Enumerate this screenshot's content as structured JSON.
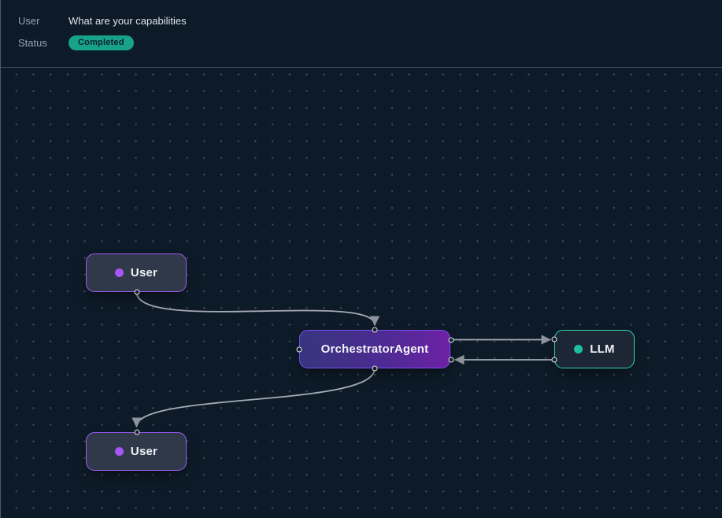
{
  "header": {
    "user_label": "User",
    "user_message": "What are your capabilities",
    "status_label": "Status",
    "status_value": "Completed"
  },
  "canvas": {
    "nodes": [
      {
        "id": "user-top",
        "label": "User",
        "type": "user",
        "accent": "#a855f7"
      },
      {
        "id": "orchestrator",
        "label": "OrchestratorAgent",
        "type": "agent",
        "accent": "#7b4df0"
      },
      {
        "id": "llm",
        "label": "LLM",
        "type": "llm",
        "accent": "#2bd3ab"
      },
      {
        "id": "user-bottom",
        "label": "User",
        "type": "user",
        "accent": "#a855f7"
      }
    ],
    "edges": [
      {
        "from": "user-top",
        "to": "orchestrator"
      },
      {
        "from": "orchestrator",
        "to": "llm"
      },
      {
        "from": "llm",
        "to": "orchestrator"
      },
      {
        "from": "orchestrator",
        "to": "user-bottom"
      }
    ]
  },
  "colors": {
    "background": "#0d1b28",
    "status_badge": "#17a289",
    "user_accent": "#a855f7",
    "llm_accent": "#2bd3ab",
    "agent_gradient_start": "#37357f",
    "agent_gradient_end": "#6d21a6",
    "edge": "#a6acb5"
  }
}
